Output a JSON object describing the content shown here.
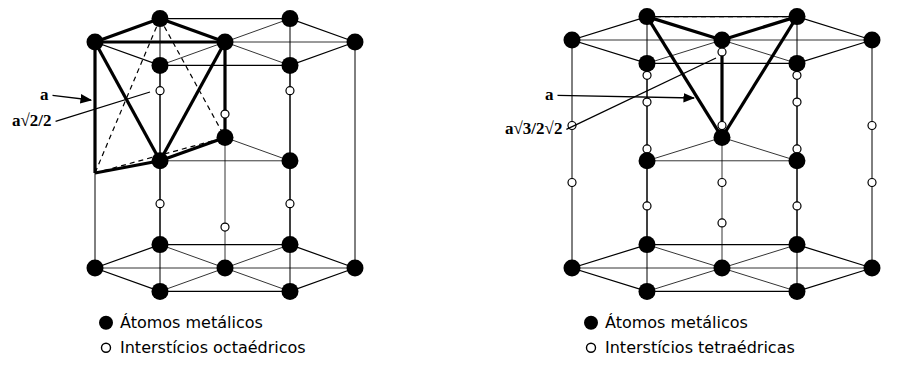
{
  "diagram": {
    "labels": [
      "a",
      "a√2/2",
      "a",
      "a√3/2√2"
    ],
    "legend": [
      {
        "text": "Átomos metálicos"
      },
      {
        "text": "Interstícios octaédricos"
      },
      {
        "text": "Átomos metálicos"
      },
      {
        "text": "Interstícios tetraédricas"
      }
    ]
  }
}
